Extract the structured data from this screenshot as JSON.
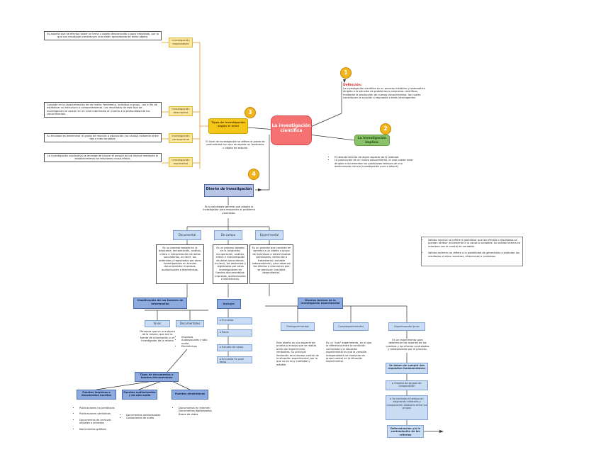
{
  "central": "La investigación científica",
  "numbers": [
    "1",
    "2",
    "3",
    "4"
  ],
  "definicion": {
    "title": "Definición:",
    "text": "La investigación científica es un proceso metódico y sistemático dirigido a la solución de problemas o preguntas científicas, mediante la producción de nuevos conocimientos, los cuales constituyen la solución o respuesta a tales interrogantes."
  },
  "implica": {
    "title": "La investigación implica:",
    "items": [
      "El descubrimiento de algún aspecto de la realidad.",
      "La producción de un nuevo conocimiento, el cual puede estar dirigido a incrementar los postulados teóricos de una determinada ciencia (investigación pura o básica)"
    ]
  },
  "tipos": {
    "title": "Tipos de investigación según el nivel",
    "desc": "El nivel de investigación se refiere al grado de profundidad con que se aborda un fenómeno u objeto de estudio.",
    "exploratoria": {
      "label": "Investigación exploratoria",
      "text": "Es aquella que se efectúa sobre un tema u objeto desconocido o poco estudiado, por lo que sus resultados constituyen una visión aproximada de dicho objeto."
    },
    "descriptiva": {
      "label": "Investigación descriptiva",
      "text": "Consiste en la caracterización de un hecho, fenómeno, individuo o grupo, con el fin de establecer su estructura o comportamiento. Los resultados de este tipo de investigación se ubican en un nivel intermedio en cuanto a la profundidad de los conocimientos."
    },
    "correlacional": {
      "label": "Investigación correlacional",
      "text": "Su finalidad es determinar el grado de relación o asociación (no causal) existente entre dos o más variables."
    },
    "explicativa": {
      "label": "Investigación explicativa",
      "text": "La investigación explicativa se encarga de buscar el porqué de los hechos mediante el establecimiento de relaciones causa-efecto."
    }
  },
  "diseno": {
    "title": "Diseño de investigación",
    "desc": "Es la estrategia general que adopta el investigador para responder al problema planteado.",
    "types": [
      "Documental",
      "De campo",
      "Experimental"
    ],
    "doc_desc": "Es un proceso basado en la búsqueda, recuperación, análisis, crítica e interpretación de datos secundarios, es decir, los obtenidos y registrados por otros investigadores en fuentes documentales: impresas, audiovisuales o electrónicas.",
    "campo_desc": "Es un proceso basado en la búsqueda, recuperación, análisis, crítica e interpretación de datos secundarios, es decir, los obtenidos y registrados por otros investigadores en fuentes documentales: impresas, audiovisuales o electrónicas.",
    "exp_desc": "Es un proceso que consiste en someter a un objeto o grupo de individuos a determinadas condiciones, estímulos o tratamiento (variable independiente), para observar los efectos o reacciones que se producen (variable dependiente)."
  },
  "clasificacion": {
    "title": "Clasificación de las fuentes de información",
    "vivas": "Vivas",
    "vivas_desc": "Personas que en una época de la misma, que son la fuente de información o un investigador de la misma",
    "documentales": "Documentales",
    "doc_items": [
      "Impresas",
      "Audiovisuales y sólo audio",
      "Electrónicas"
    ]
  },
  "tipos_doc": {
    "title": "Tipos de documentos o fuentes documentales",
    "cols": [
      {
        "title": "Fuentes impresas o documentos escritos",
        "items": [
          "Publicaciones no periódicas",
          "Publicaciones periódicas",
          "Documentos de archivos oficiales o privados",
          "Documentos gráficos"
        ]
      },
      {
        "title": "Fuentes audiovisuales y de sólo audio",
        "items": [
          "Documentos audiovisuales",
          "Grabaciones de audio"
        ]
      },
      {
        "title": "Fuentes electrónicas",
        "items": [
          "Documentos en Internet: Documentos digitalizados, Bases de datos"
        ]
      }
    ]
  },
  "incluye": {
    "title": "Incluye:",
    "items": [
      "Encuesta",
      "Panel",
      "Estudio de casos",
      "Encuesta Ex post facto"
    ]
  },
  "disenos_exp": {
    "title": "Diseños básicos de la investigación experimental",
    "types": [
      "Preexperimental",
      "Cuasiexperimental",
      "Experimental puro"
    ],
    "pre_desc": "Este diseño es una especie de prueba o ensayo que se realiza antes del experimento verdadero. Su principal limitación es el escaso control de la situación experimental, por lo que no es muy confiable y estable",
    "cuasi_desc": "Es un \"casi\" experimento, en el que la diferencia entre la condición controlada y la situación experimental es que la variable independiente se manipula sin grupo control en la situación experimental.",
    "puro_desc": "Es un experimento para determinar las razones de los cambios y los efectos controlados y aleatorizados por el proceso.",
    "condicion": "Se deben de cumplir dos requisitos fundamentales:",
    "cond_items": [
      "Empleo de grupos de comparación",
      "Se controla el tiempo en asignación aleatoria y comparación aleatorio entre los grupos"
    ],
    "equivalencia": "Determinación y/o la contrastación de los criterios"
  },
  "validez": [
    "Validez interna: se refiere a garantizar que los efectos o resultados se puedan atribuir únicamente a la causa o variables. La validez interna se relaciona con el control de variables.",
    "Validez externa: se refiere a la posibilidad de generalizar o extender los resultados a otras muestras, situaciones o contextos."
  ]
}
